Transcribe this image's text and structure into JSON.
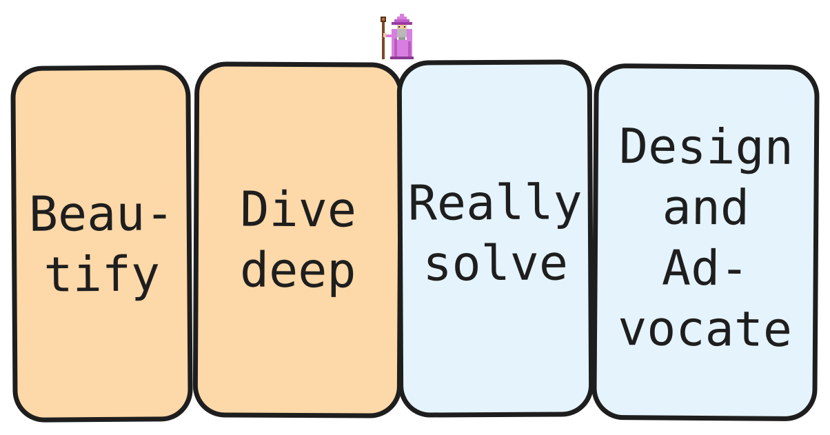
{
  "cards": [
    {
      "label": "Beau-\ntify",
      "color": "#fdd8a8"
    },
    {
      "label": "Dive\ndeep",
      "color": "#fdd8a8"
    },
    {
      "label": "Really\nsolve",
      "color": "#e5f3fc"
    },
    {
      "label": "Design\nand\nAd-\nvocate",
      "color": "#e5f3fc"
    }
  ],
  "colors": {
    "stroke": "#1e1e1e",
    "wizard_robe": "#d97ee0",
    "wizard_staff": "#7a4a2a"
  },
  "icons": {
    "mascot": "wizard-icon"
  }
}
